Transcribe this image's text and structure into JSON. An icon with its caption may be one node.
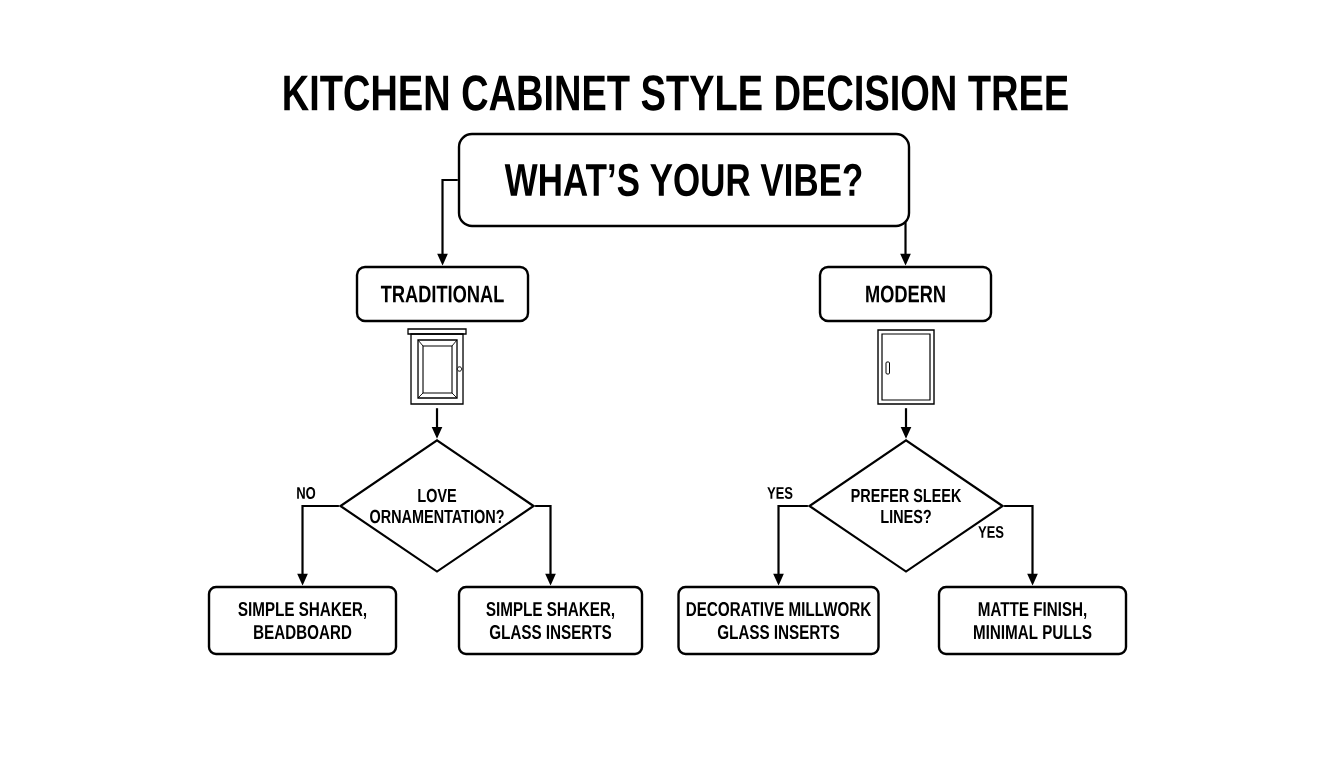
{
  "diagram": {
    "title": "KITCHEN CABINET STYLE DECISION TREE",
    "nodes": [
      {
        "text": [
          "WHAT’S YOUR VIBE?"
        ]
      },
      {
        "text": [
          "TRADITIONAL"
        ]
      },
      {
        "text": [
          "MODERN"
        ]
      },
      {
        "text": [],
        "shape": "picture"
      },
      {
        "text": [],
        "shape": "picture"
      },
      {
        "text": [
          "LOVE ORNAMENTATION?"
        ]
      },
      {
        "text": [
          "PREFER SLEEK LINES?"
        ]
      },
      {
        "text": [
          "SIMPLE SHAKER, BEADBOARD"
        ]
      },
      {
        "text": [
          "SIMPLE SHAKER, GLASS INSERTS"
        ]
      },
      {
        "text": [
          "DECORATIVE MILLWORK GLASS INSERTS"
        ]
      },
      {
        "text": [
          "MATTE FINISH, MINIMAL PULLS"
        ]
      }
    ],
    "edges": [
      {
        "from": 0,
        "to": 1,
        "arrow": "to"
      },
      {
        "from": 0,
        "to": 2,
        "arrow": "to"
      },
      {
        "from": 3,
        "to": 5,
        "arrow": "to"
      },
      {
        "from": 4,
        "to": 6,
        "arrow": "to"
      },
      {
        "from": 5,
        "to": 7,
        "arrow": "to",
        "label": "NO"
      },
      {
        "from": 5,
        "to": 8,
        "arrow": "to"
      },
      {
        "from": 6,
        "to": 9,
        "arrow": "to",
        "label": "YES"
      },
      {
        "from": 6,
        "to": 10,
        "arrow": "to",
        "label": "YES"
      }
    ]
  }
}
